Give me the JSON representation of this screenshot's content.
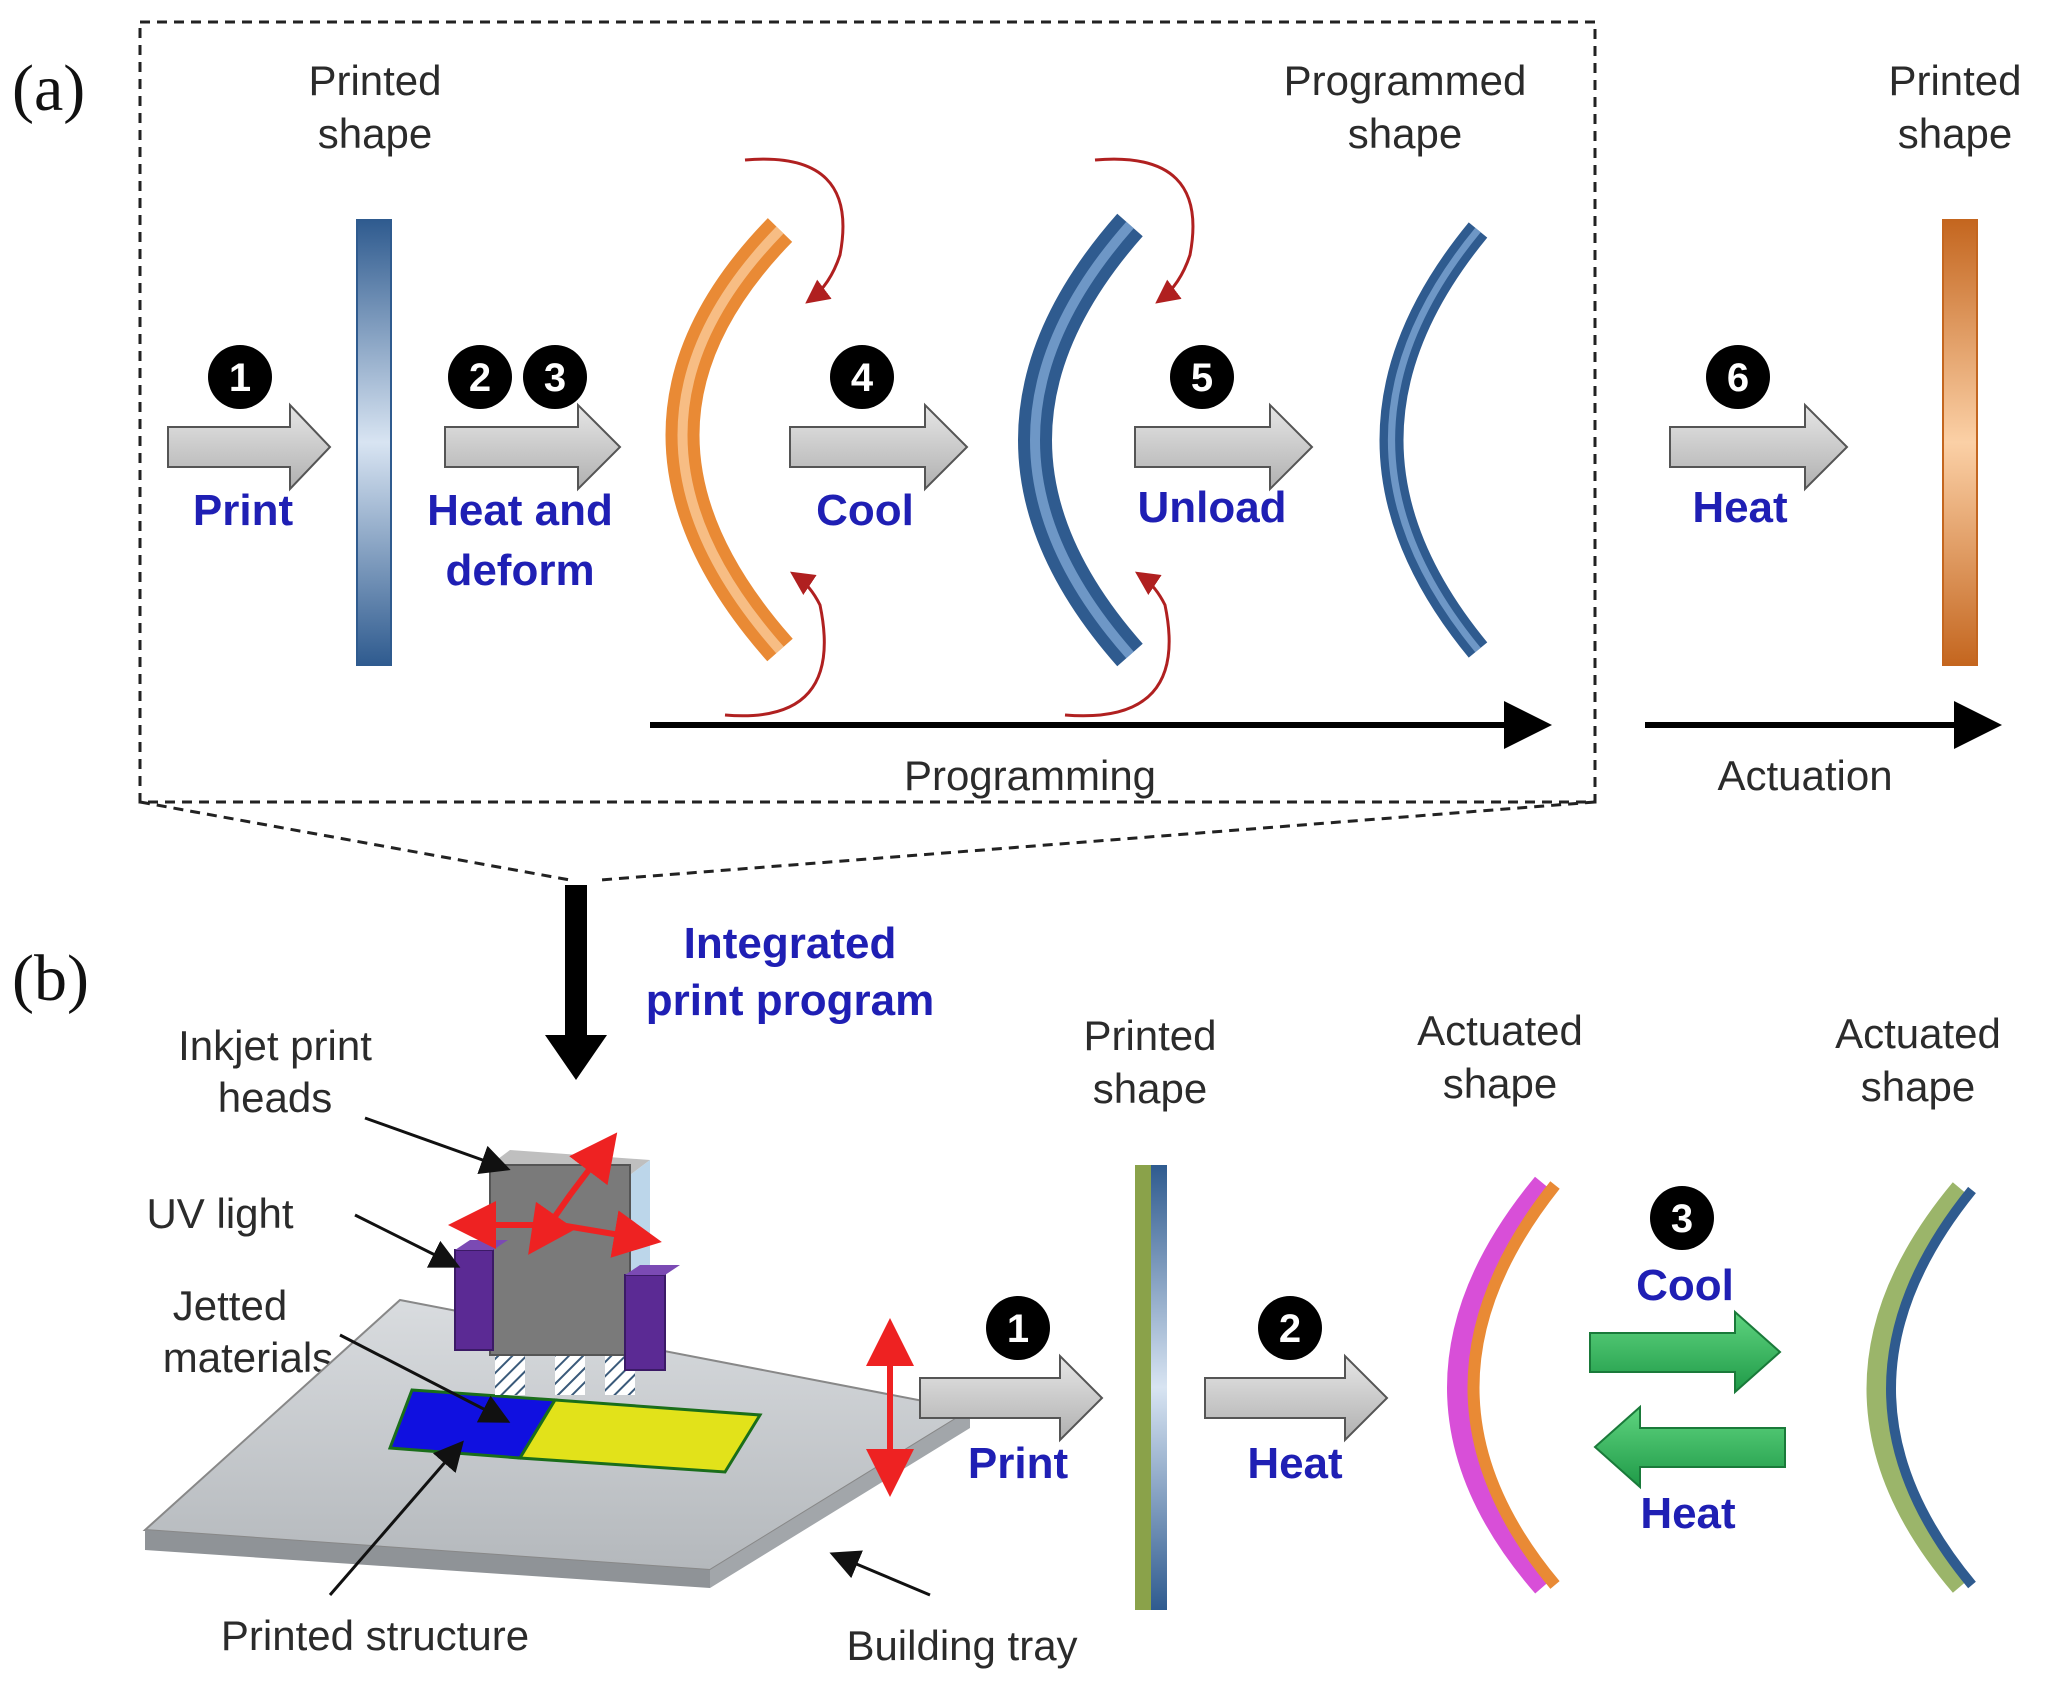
{
  "panel_a": {
    "panel_label": "(a)",
    "printed_shape_left": [
      "Printed",
      "shape"
    ],
    "programmed_shape": [
      "Programmed",
      "shape"
    ],
    "printed_shape_right": [
      "Printed",
      "shape"
    ],
    "steps": {
      "s1": "1",
      "s2": "2",
      "s3": "3",
      "s4": "4",
      "s5": "5",
      "s6": "6"
    },
    "actions": {
      "print": "Print",
      "heat_deform": [
        "Heat and",
        "deform"
      ],
      "cool": "Cool",
      "unload": "Unload",
      "heat": "Heat"
    },
    "programming": "Programming",
    "actuation": "Actuation"
  },
  "panel_b": {
    "panel_label": "(b)",
    "integrated": [
      "Integrated",
      "print  program"
    ],
    "inkjet": [
      "Inkjet print",
      "heads"
    ],
    "uv_light": "UV light",
    "jetted": [
      "Jetted",
      "materials"
    ],
    "printed_structure": "Printed structure",
    "building_tray": "Building tray",
    "printed_shape": [
      "Printed",
      "shape"
    ],
    "actuated_shape_1": [
      "Actuated",
      "shape"
    ],
    "actuated_shape_2": [
      "Actuated",
      "shape"
    ],
    "steps": {
      "s1": "1",
      "s2": "2",
      "s3": "3"
    },
    "actions": {
      "print": "Print",
      "heat": "Heat",
      "cool": "Cool",
      "heat_back": "Heat"
    }
  },
  "colors": {
    "blue_text": "#1f1fb4",
    "orange_strip": "#f0a050",
    "blue_strip": "#3a6ea8",
    "red_arrow": "#b02020",
    "green_arrow": "#2fb15a",
    "grey_arrow": "#c8c8c8"
  }
}
